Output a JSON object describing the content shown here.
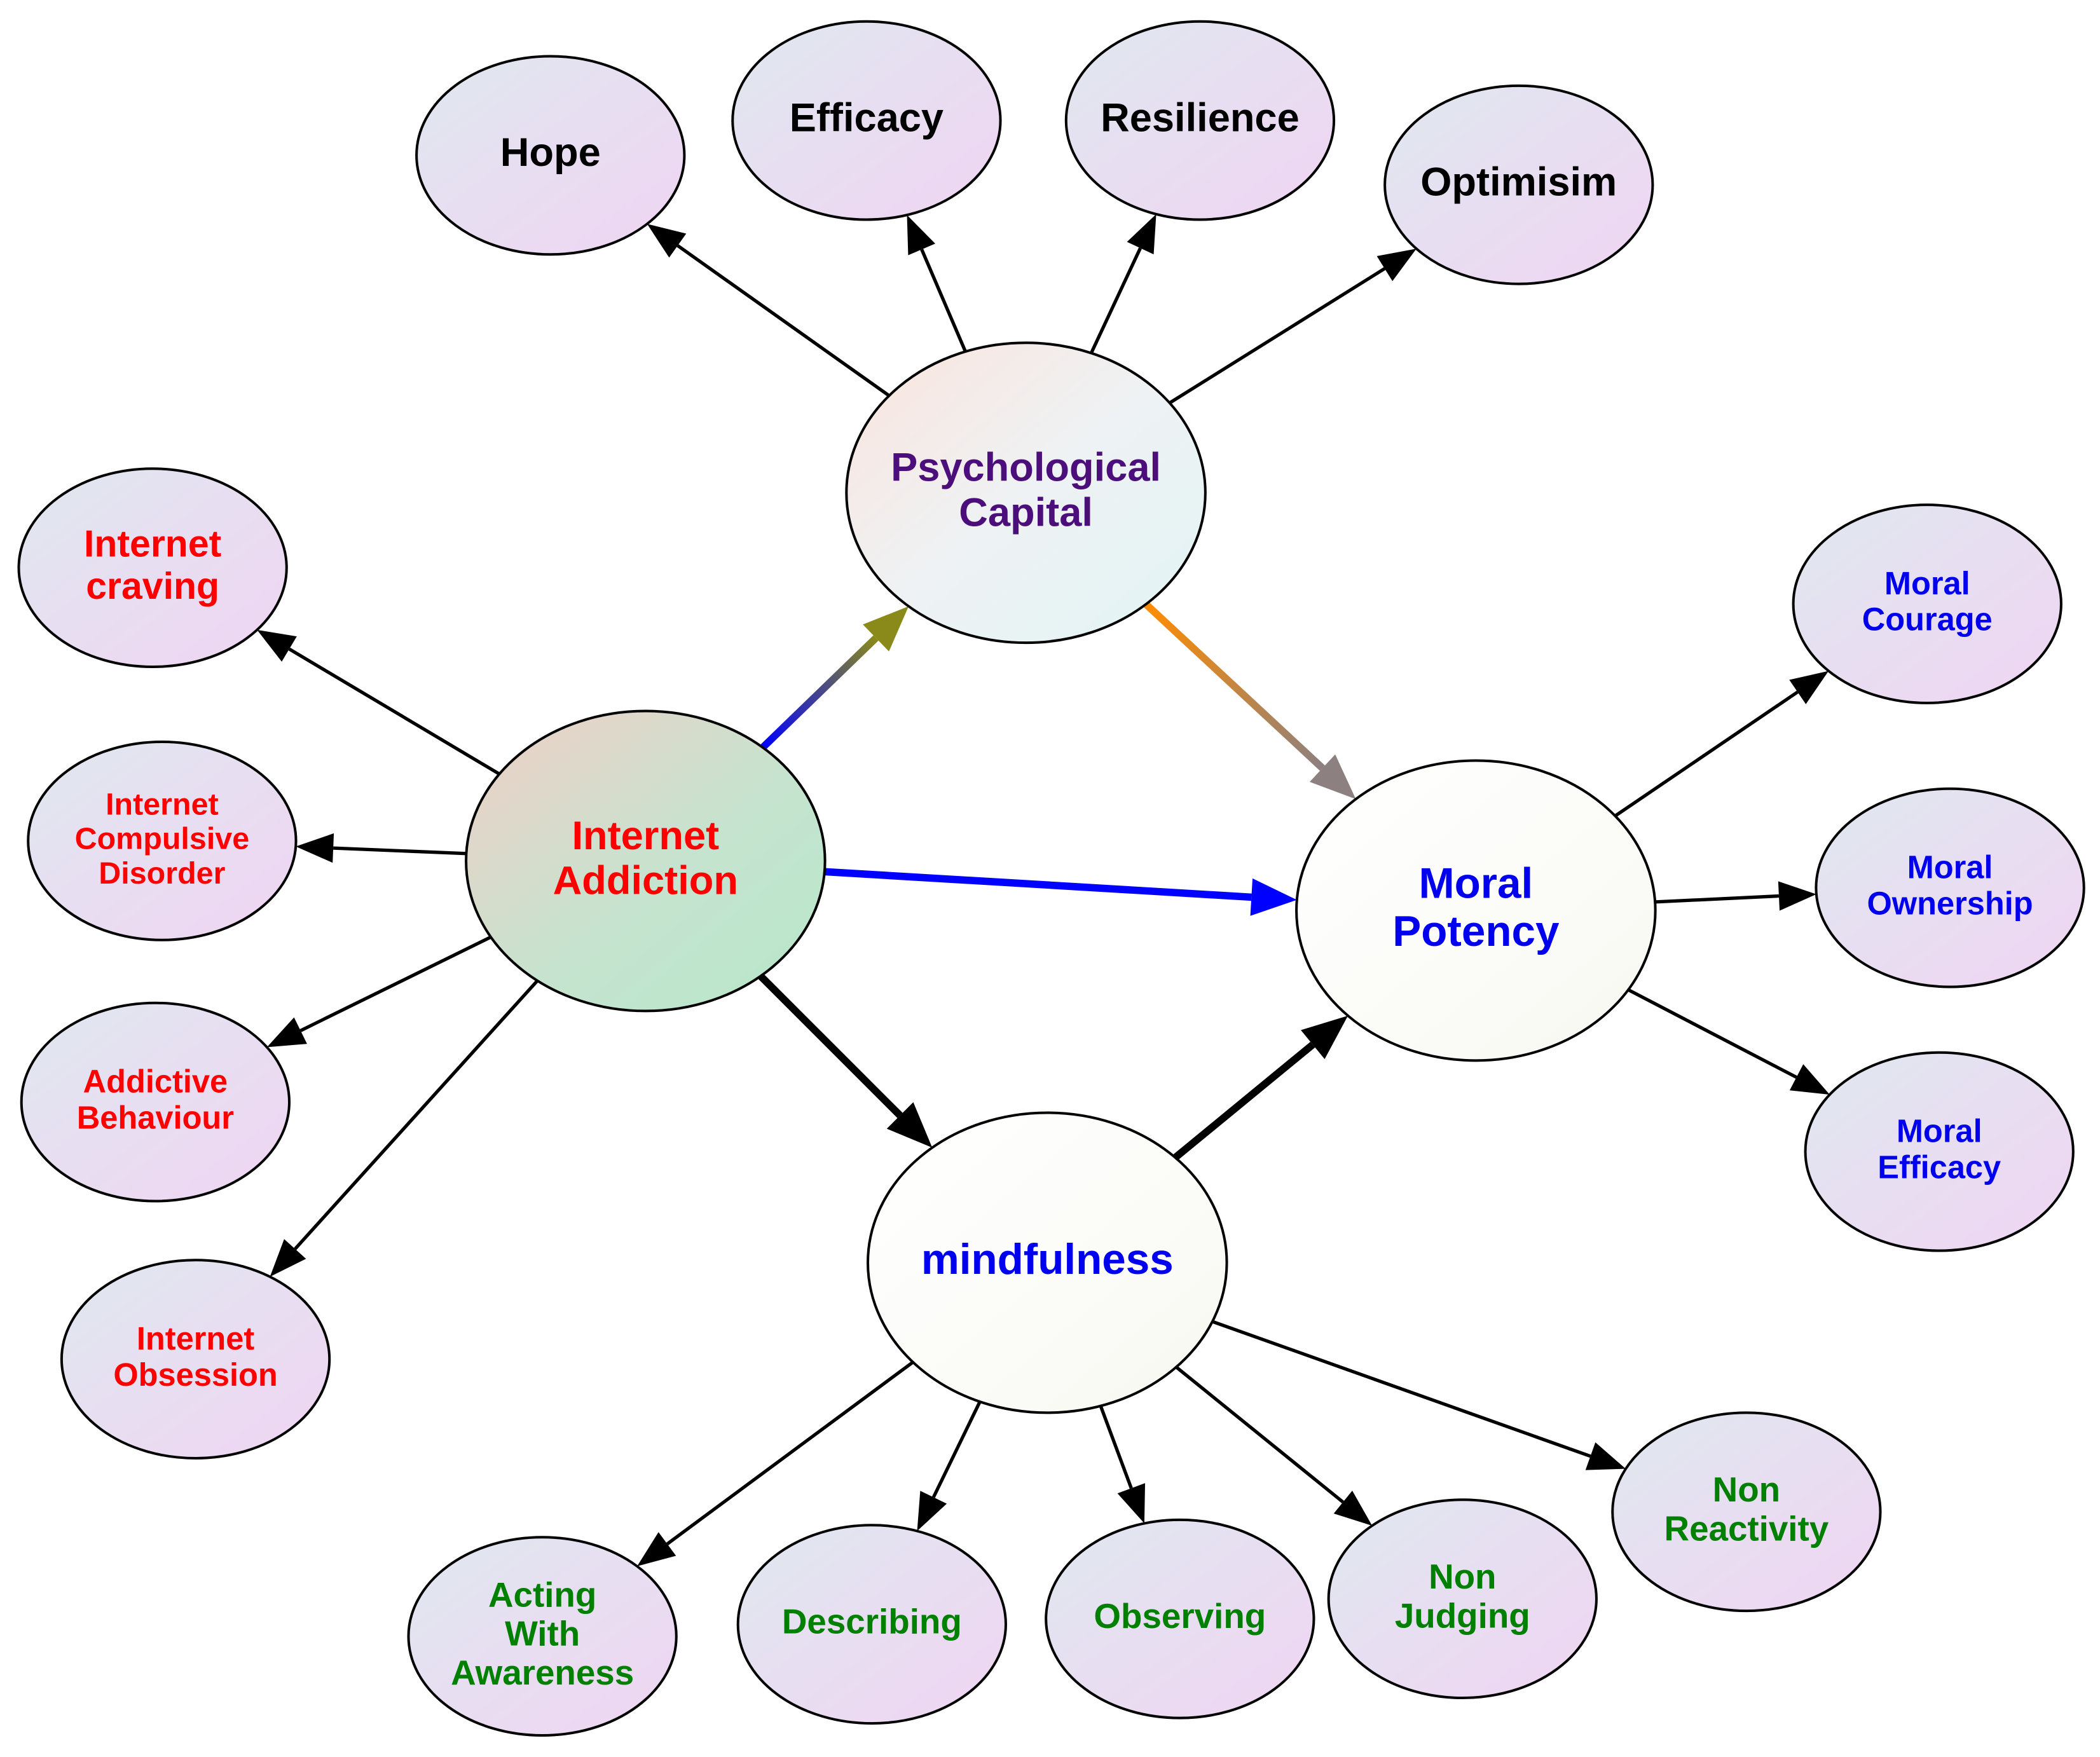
{
  "nodes": {
    "hope": {
      "lines": [
        "Hope"
      ],
      "color": "#000000",
      "fill": "leaf"
    },
    "efficacy": {
      "lines": [
        "Efficacy"
      ],
      "color": "#000000",
      "fill": "leaf"
    },
    "resilience": {
      "lines": [
        "Resilience"
      ],
      "color": "#000000",
      "fill": "leaf"
    },
    "optimisim": {
      "lines": [
        "Optimisim"
      ],
      "color": "#000000",
      "fill": "leaf"
    },
    "psychcap": {
      "lines": [
        "Psychological",
        "Capital"
      ],
      "color": "#4b0e7a",
      "fill": "psych"
    },
    "craving": {
      "lines": [
        "Internet",
        "craving"
      ],
      "color": "#ff0000",
      "fill": "leaf"
    },
    "compulsive": {
      "lines": [
        "Internet",
        "Compulsive",
        "Disorder"
      ],
      "color": "#ff0000",
      "fill": "leaf"
    },
    "behaviour": {
      "lines": [
        "Addictive",
        "Behaviour"
      ],
      "color": "#ff0000",
      "fill": "leaf"
    },
    "obsession": {
      "lines": [
        "Internet",
        "Obsession"
      ],
      "color": "#ff0000",
      "fill": "leaf"
    },
    "addiction": {
      "lines": [
        "Internet",
        "Addiction"
      ],
      "color": "#ff0000",
      "fill": "addiction"
    },
    "potency": {
      "lines": [
        "Moral",
        "Potency"
      ],
      "color": "#0000ee",
      "fill": "white"
    },
    "courage": {
      "lines": [
        "Moral",
        "Courage"
      ],
      "color": "#0000ee",
      "fill": "leaf"
    },
    "ownership": {
      "lines": [
        "Moral",
        "Ownership"
      ],
      "color": "#0000ee",
      "fill": "leaf"
    },
    "mefficacy": {
      "lines": [
        "Moral",
        "Efficacy"
      ],
      "color": "#0000ee",
      "fill": "leaf"
    },
    "mindfulness": {
      "lines": [
        "mindfulness"
      ],
      "color": "#0000ee",
      "fill": "white"
    },
    "acting": {
      "lines": [
        "Acting",
        "With",
        "Awareness"
      ],
      "color": "#008000",
      "fill": "leaf"
    },
    "describing": {
      "lines": [
        "Describing"
      ],
      "color": "#008000",
      "fill": "leaf"
    },
    "observing": {
      "lines": [
        "Observing"
      ],
      "color": "#008000",
      "fill": "leaf"
    },
    "nonjudging": {
      "lines": [
        "Non",
        "Judging"
      ],
      "color": "#008000",
      "fill": "leaf"
    },
    "nonreactivity": {
      "lines": [
        "Non",
        "Reactivity"
      ],
      "color": "#008000",
      "fill": "leaf"
    }
  },
  "edges": [
    {
      "from": "psychcap",
      "to": "hope",
      "style": "thin"
    },
    {
      "from": "psychcap",
      "to": "efficacy",
      "style": "thin"
    },
    {
      "from": "psychcap",
      "to": "resilience",
      "style": "thin"
    },
    {
      "from": "psychcap",
      "to": "optimisim",
      "style": "thin"
    },
    {
      "from": "addiction",
      "to": "craving",
      "style": "thin"
    },
    {
      "from": "addiction",
      "to": "compulsive",
      "style": "thin"
    },
    {
      "from": "addiction",
      "to": "behaviour",
      "style": "thin"
    },
    {
      "from": "addiction",
      "to": "obsession",
      "style": "thin"
    },
    {
      "from": "addiction",
      "to": "psychcap",
      "style": "blue-olive"
    },
    {
      "from": "psychcap",
      "to": "potency",
      "style": "orange-gray"
    },
    {
      "from": "addiction",
      "to": "potency",
      "style": "blue"
    },
    {
      "from": "addiction",
      "to": "mindfulness",
      "style": "thick"
    },
    {
      "from": "mindfulness",
      "to": "potency",
      "style": "thick"
    },
    {
      "from": "potency",
      "to": "courage",
      "style": "thin"
    },
    {
      "from": "potency",
      "to": "ownership",
      "style": "thin"
    },
    {
      "from": "potency",
      "to": "mefficacy",
      "style": "thin"
    },
    {
      "from": "mindfulness",
      "to": "acting",
      "style": "thin"
    },
    {
      "from": "mindfulness",
      "to": "describing",
      "style": "thin"
    },
    {
      "from": "mindfulness",
      "to": "observing",
      "style": "thin"
    },
    {
      "from": "mindfulness",
      "to": "nonjudging",
      "style": "thin"
    },
    {
      "from": "mindfulness",
      "to": "nonreactivity",
      "style": "thin"
    }
  ]
}
